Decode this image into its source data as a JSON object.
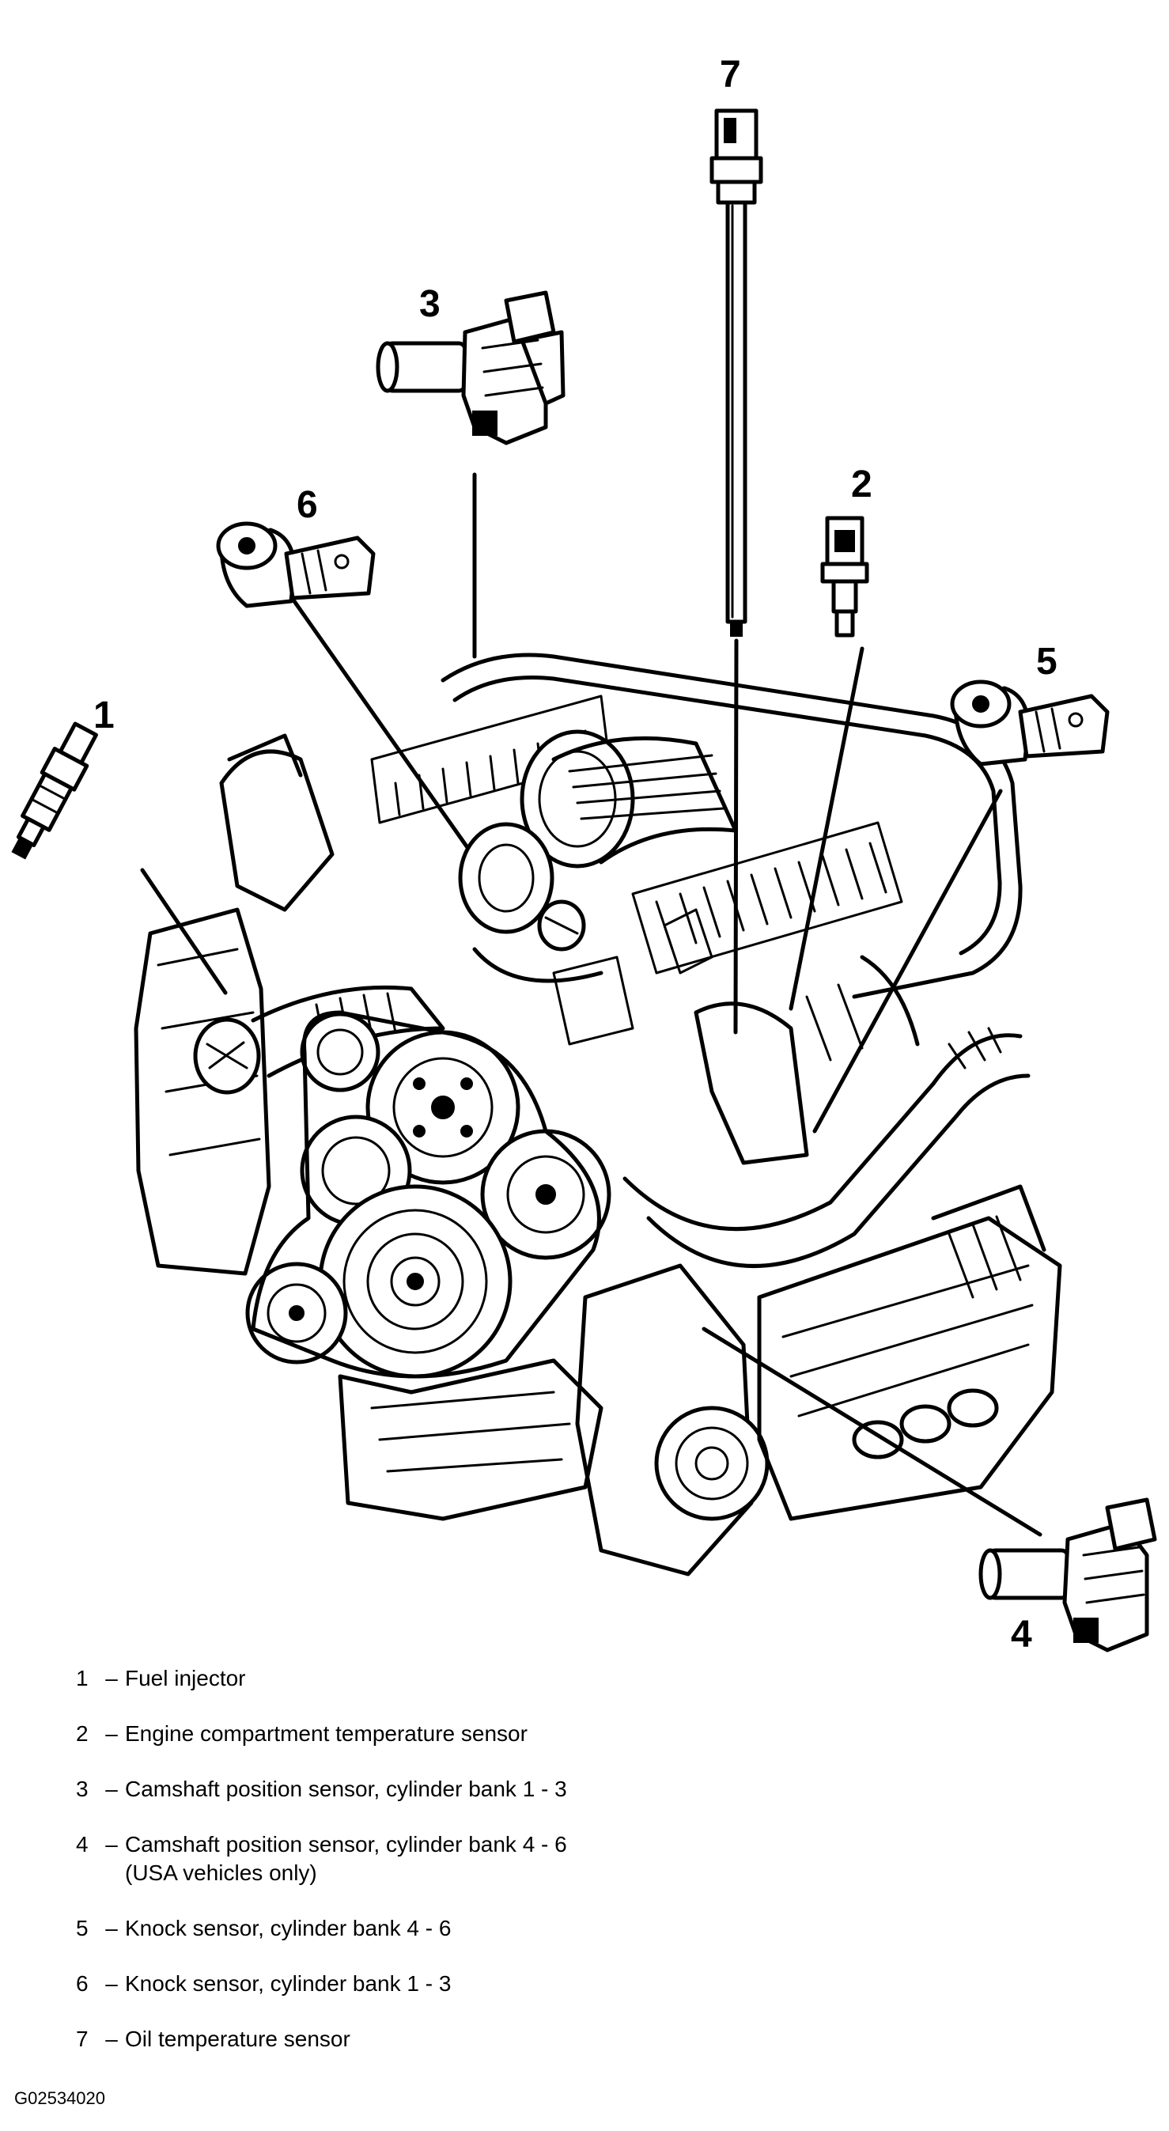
{
  "callouts": [
    {
      "number": "1",
      "label": "Fuel injector"
    },
    {
      "number": "2",
      "label": "Engine compartment temperature sensor"
    },
    {
      "number": "3",
      "label": "Camshaft position sensor, cylinder bank 1 - 3"
    },
    {
      "number": "4",
      "label": "Camshaft position sensor, cylinder bank 4 - 6\n(USA vehicles only)"
    },
    {
      "number": "5",
      "label": "Knock sensor, cylinder bank 4 - 6"
    },
    {
      "number": "6",
      "label": "Knock sensor, cylinder bank 1 - 3"
    },
    {
      "number": "7",
      "label": "Oil temperature sensor"
    }
  ],
  "legend_dash": "–",
  "figure_id": "G02534020"
}
